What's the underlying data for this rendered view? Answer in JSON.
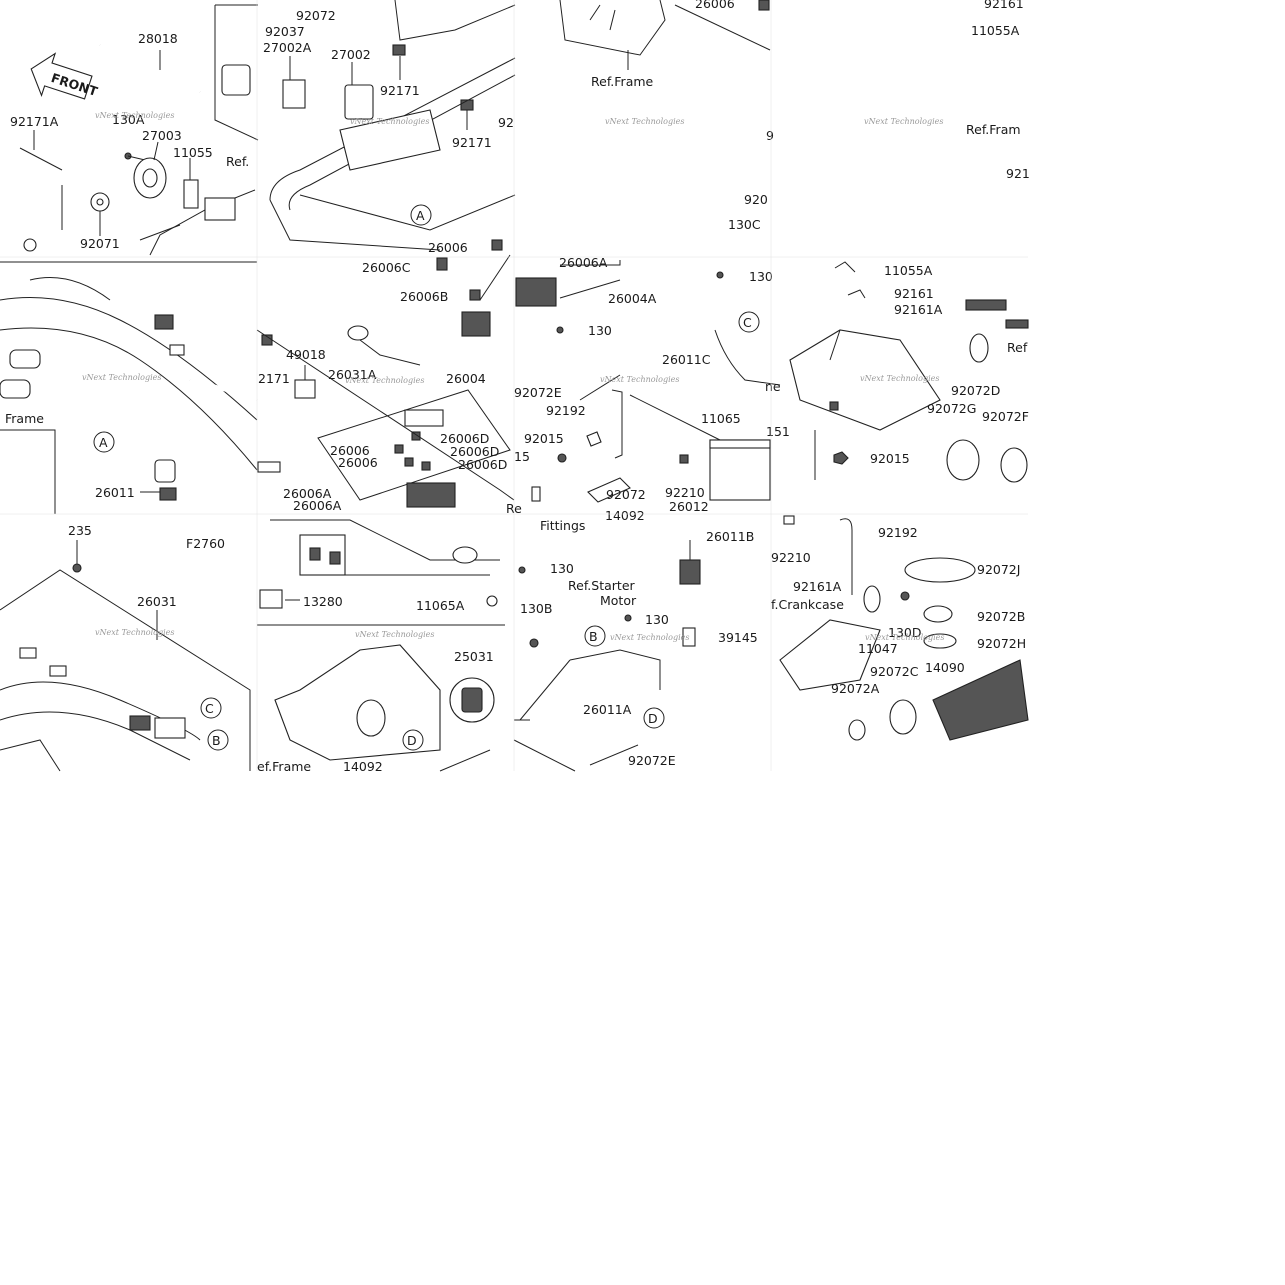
{
  "figure_code": "F2760",
  "watermark": {
    "line1": "vNext Technologies",
    "line2": "Technologies"
  },
  "front_arrow_text": "FRONT",
  "callouts": [
    "A",
    "B",
    "C",
    "D"
  ],
  "labels": {
    "t1_28018": "28018",
    "t1_92171A": "92171A",
    "t1_130A": "130A",
    "t1_27003": "27003",
    "t1_11055": "11055",
    "t1_ref": "Ref.",
    "t1_92071": "92071",
    "t2_92072": "92072",
    "t2_92037": "92037",
    "t2_27002A": "27002A",
    "t2_27002": "27002",
    "t2_92171a": "92171",
    "t2_92171b": "92171",
    "t2_92": "92",
    "t2_26006": "26006",
    "t2_26006C": "26006C",
    "t2_26006B": "26006B",
    "t3_26006": "26006",
    "t3_refframe": "Ref.Frame",
    "t4_92161": "92161",
    "t4_11055A": "11055A",
    "t4_refframe": "Ref.Fram",
    "t4_921": "921",
    "t4_920": "920",
    "t4_130C": "130C",
    "t4_9": "9",
    "t5_frame": "Frame",
    "t5_26011": "26011",
    "t6_2171": "2171",
    "t6_49018": "49018",
    "t6_26031A": "26031A",
    "t6_26004": "26004",
    "t6_26006a": "26006",
    "t6_26006b": "26006",
    "t6_26006D1": "26006D",
    "t6_26006D2": "26006D",
    "t6_26006D3": "26006D",
    "t6_26006A1": "26006A",
    "t6_26006A2": "26006A",
    "t7_26006A": "26006A",
    "t7_26004A": "26004A",
    "t7_130": "130",
    "t7_26011C": "26011C",
    "t7_92072E": "92072E",
    "t7_92192": "92192",
    "t7_11065": "11065",
    "t7_92015": "92015",
    "t7_15": "15",
    "t7_92210": "92210",
    "t7_92072": "92072",
    "t7_26012": "26012",
    "t7_ref": "Re",
    "t7_14092": "14092",
    "t7_fittings": "Fittings",
    "t7_26011B": "26011B",
    "t7_151": "151",
    "t7_ne": "ne",
    "t7_130b": "130",
    "t8_11055A": "11055A",
    "t8_92161": "92161",
    "t8_92161A": "92161A",
    "t8_ref": "Ref",
    "t8_92072D": "92072D",
    "t8_92072G": "92072G",
    "t8_92072F": "92072F",
    "t8_92015": "92015",
    "t9_235": "235",
    "t9_26031": "26031",
    "t9_f2760": "F2760",
    "t10_13280": "13280",
    "t10_11065A": "11065A",
    "t10_25031": "25031",
    "t10_refframe": "ef.Frame",
    "t10_14092": "14092",
    "t11_130": "130",
    "t11_130B": "130B",
    "t11_refstarter": "Ref.Starter",
    "t11_motor": "Motor",
    "t11_130b": "130",
    "t11_39145": "39145",
    "t11_26011A": "26011A",
    "t11_92072E": "92072E",
    "t12_92192": "92192",
    "t12_92210": "92210",
    "t12_92161A": "92161A",
    "t12_crankcase": "f.Crankcase",
    "t12_92072J": "92072J",
    "t12_92072B": "92072B",
    "t12_130D": "130D",
    "t12_92072H": "92072H",
    "t12_11047": "11047",
    "t12_92072C": "92072C",
    "t12_14090": "14090",
    "t12_92072A": "92072A"
  }
}
